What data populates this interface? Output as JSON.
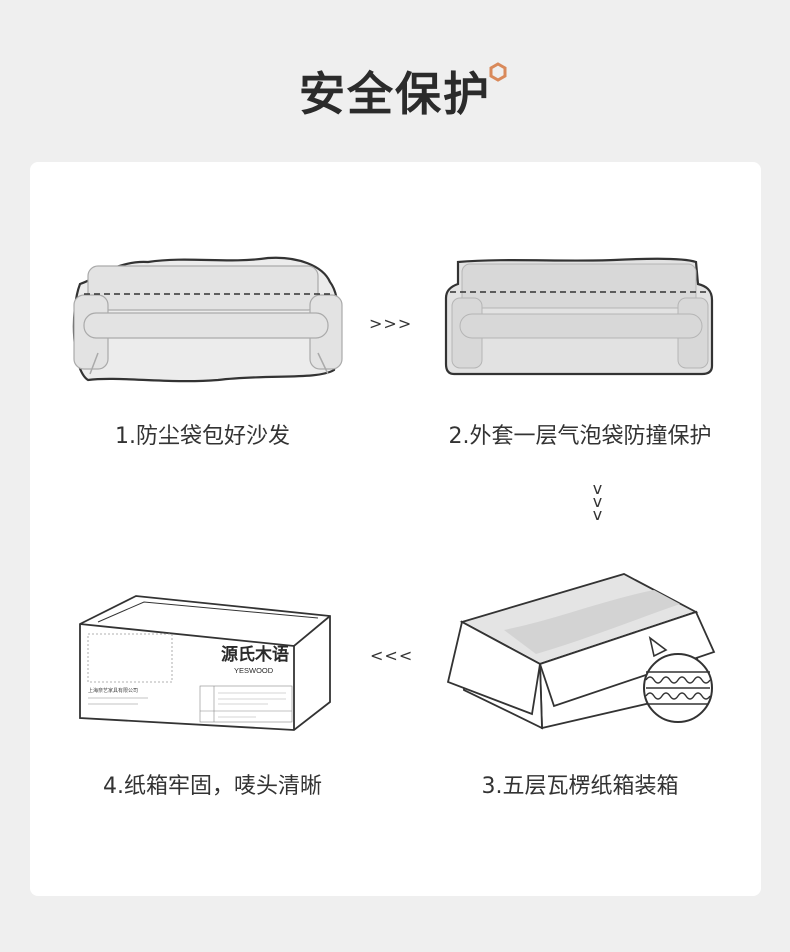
{
  "header": {
    "title": "安全保护"
  },
  "steps": [
    {
      "caption": "1.防尘袋包好沙发",
      "icon": "sofa-in-dust-bag-icon"
    },
    {
      "caption": "2.外套一层气泡袋防撞保护",
      "icon": "sofa-in-bubble-wrap-icon"
    },
    {
      "caption": "3.五层瓦楞纸箱装箱",
      "icon": "open-corrugated-box-icon"
    },
    {
      "caption": "4.纸箱牢固，唛头清晰",
      "icon": "sealed-labeled-box-icon"
    }
  ],
  "arrows": {
    "right": ">>>",
    "down": [
      "v",
      "v",
      "v"
    ],
    "left": "<<<"
  },
  "box_label": {
    "brand_cn": "源氏木语",
    "brand_en": "YESWOOD",
    "company": "上海奈艺家具有限公司"
  },
  "colors": {
    "accent": "#d9895a",
    "text": "#333333",
    "card": "#ffffff",
    "background": "#efefef"
  }
}
